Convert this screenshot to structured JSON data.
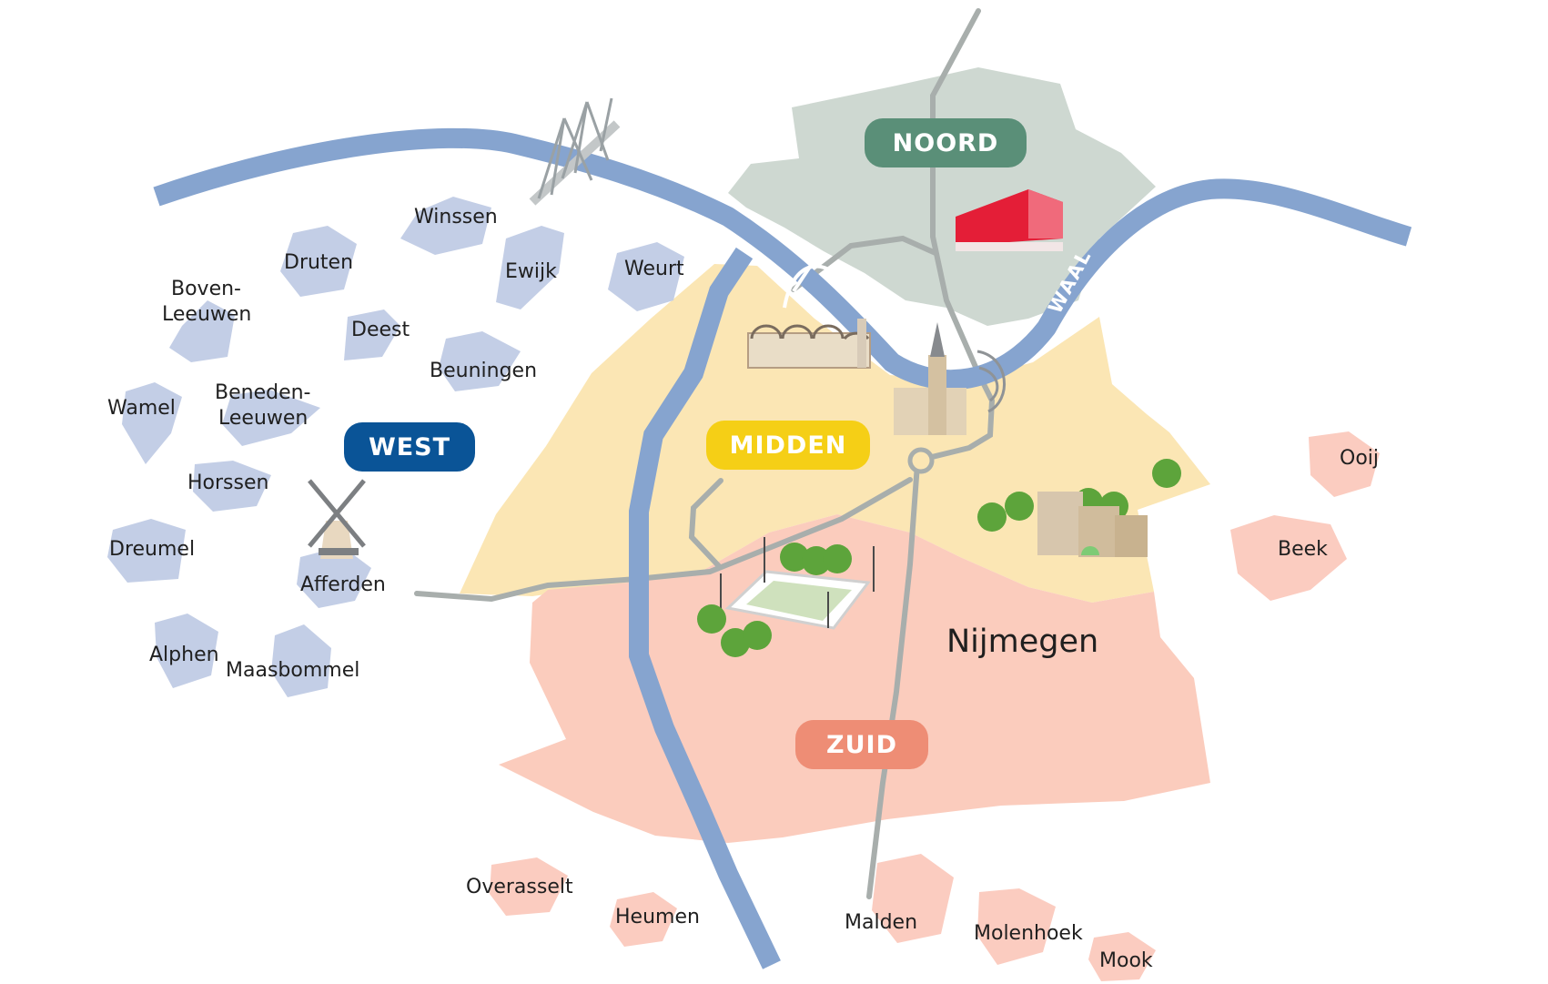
{
  "city": "Nijmegen",
  "river": "WAAL",
  "districts": [
    {
      "label": "NOORD",
      "color": "#5a8f78"
    },
    {
      "label": "WEST",
      "color": "#0a5497"
    },
    {
      "label": "MIDDEN",
      "color": "#f5cf16"
    },
    {
      "label": "ZUID",
      "color": "#ee8d75"
    }
  ],
  "places": [
    "Winssen",
    "Druten",
    "Ewijk",
    "Weurt",
    "Boven-",
    "Leeuwen",
    "Deest",
    "Beuningen",
    "Wamel",
    "Beneden-",
    "Leeuwen",
    "Horssen",
    "Dreumel",
    "Afferden",
    "Alphen",
    "Maasbommel",
    "Ooij",
    "Beek",
    "Overasselt",
    "Heumen",
    "Malden",
    "Molenhoek",
    "Mook"
  ],
  "colors": {
    "water": "#86a4cf",
    "village_west": "#c3cee6",
    "village_south": "#fbccc0",
    "area_noord": "#ced8d1",
    "area_midden": "#fbe6b4",
    "area_zuid": "#fbccbd",
    "road": "#a8aeac"
  }
}
